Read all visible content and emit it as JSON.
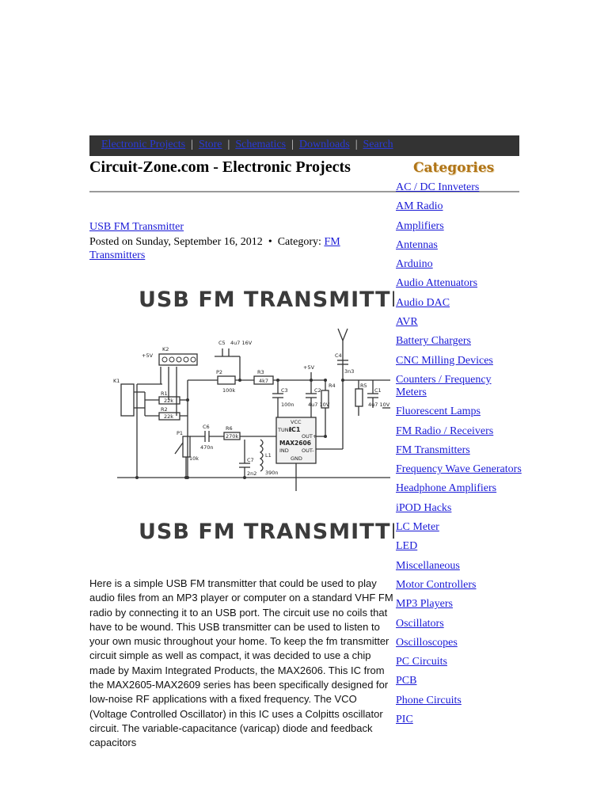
{
  "nav": {
    "items": [
      "Electronic Projects",
      "Store",
      "Schematics",
      "Downloads",
      "Search"
    ],
    "separator": "|"
  },
  "site_title": "Circuit-Zone.com - Electronic Projects",
  "sidebar": {
    "header": "Categories",
    "categories": [
      "AC / DC Innveters",
      "AM Radio",
      "Amplifiers",
      "Antennas",
      "Arduino",
      "Audio Attenuators",
      "Audio DAC",
      "AVR",
      "Battery Chargers",
      "CNC Milling Devices",
      "Counters / Frequency Meters",
      "Fluorescent Lamps",
      "FM Radio / Receivers",
      "FM Transmitters",
      "Frequency Wave Generators",
      "Headphone Amplifiers",
      "iPOD Hacks",
      "LC Meter",
      "LED",
      "Miscellaneous",
      "Motor Controllers",
      "MP3 Players",
      "Oscillators",
      "Oscilloscopes",
      "PC Circuits",
      "PCB",
      "Phone Circuits",
      "PIC"
    ]
  },
  "post": {
    "title": "USB FM Transmitter",
    "posted_prefix": "Posted on Sunday, September 16, 2012",
    "bullet": "•",
    "category_label": "Category:",
    "category": "FM Transmitters"
  },
  "schematic": {
    "title": "USB FM TRANSMITTER",
    "labels": {
      "k1": "K1",
      "k2": "K2",
      "v5_left": "+5V",
      "v5_mid": "+5V",
      "c5": "C5",
      "c5_val": "4u7 16V",
      "p2": "P2",
      "p2_val": "100k",
      "r3": "R3",
      "r3_val": "4k7",
      "c4": "C4",
      "c4_val": "3n3",
      "r1": "R1",
      "r1_val": "22k",
      "r2": "R2",
      "r2_val": "22k",
      "c3": "C3",
      "c3_val": "100n",
      "c2": "C2",
      "c2_val": "4u7 10V",
      "r4": "R4",
      "r5": "R5",
      "c1": "C1",
      "c1_val": "4u7 10V",
      "p1": "P1",
      "p1_val": "10k",
      "c6": "C6",
      "c6_val": "470n",
      "r6": "R6",
      "r6_val": "270k",
      "ic": "IC1",
      "ic_part": "MAX2606",
      "vcc": "VCC",
      "tune": "TUNE",
      "out_p": "OUT+",
      "out_m": "OUT-",
      "ind": "IND",
      "gnd": "GND",
      "c7": "C7",
      "c7_val": "2n2",
      "l1": "L1",
      "l1_val": "390n"
    }
  },
  "body_text": "Here is a simple USB FM transmitter that could be used to play audio files from an MP3 player or computer on a standard VHF FM radio by connecting it to an USB port. The circuit use no coils that have to be wound. This USB transmitter can be used to listen to your own music throughout your home. To keep the fm transmitter circuit simple as well as compact, it was decided to use a chip made by Maxim Integrated Products, the MAX2606. This IC from the MAX2605-MAX2609 series has been specifically designed for low-noise RF applications with a fixed frequency. The VCO (Voltage Controlled Oscillator) in this IC uses a Colpitts oscillator circuit. The variable-capacitance (varicap) diode and feedback capacitors"
}
